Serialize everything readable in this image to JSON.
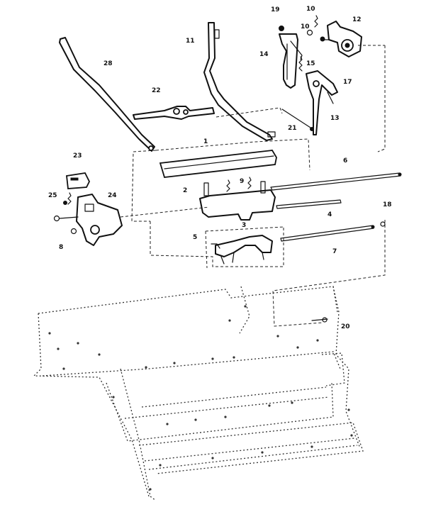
{
  "callouts": [
    {
      "id": "c28a",
      "text": "28"
    },
    {
      "id": "c11",
      "text": "11"
    },
    {
      "id": "c19",
      "text": "19"
    },
    {
      "id": "c10a",
      "text": "10"
    },
    {
      "id": "c10b",
      "text": "10"
    },
    {
      "id": "c12",
      "text": "12"
    },
    {
      "id": "c14",
      "text": "14"
    },
    {
      "id": "c15",
      "text": "15"
    },
    {
      "id": "c17",
      "text": "17"
    },
    {
      "id": "c22",
      "text": "22"
    },
    {
      "id": "c13",
      "text": "13"
    },
    {
      "id": "c21",
      "text": "21"
    },
    {
      "id": "c1",
      "text": "1"
    },
    {
      "id": "c23",
      "text": "23"
    },
    {
      "id": "c6",
      "text": "6"
    },
    {
      "id": "c9",
      "text": "9"
    },
    {
      "id": "c2",
      "text": "2"
    },
    {
      "id": "c25",
      "text": "25"
    },
    {
      "id": "c24",
      "text": "24"
    },
    {
      "id": "c18",
      "text": "18"
    },
    {
      "id": "c4",
      "text": "4"
    },
    {
      "id": "c3",
      "text": "3"
    },
    {
      "id": "c5",
      "text": "5"
    },
    {
      "id": "c8",
      "text": "8"
    },
    {
      "id": "c7",
      "text": "7"
    },
    {
      "id": "c20",
      "text": "20"
    }
  ]
}
